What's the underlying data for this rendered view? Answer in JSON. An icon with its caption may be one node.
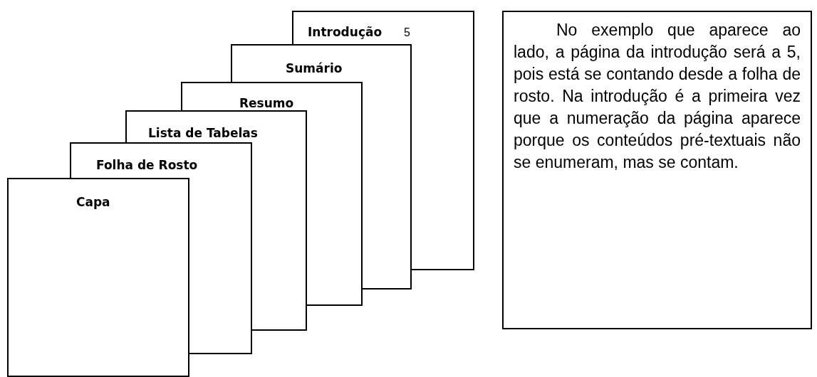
{
  "diagram": {
    "nodes": [
      {
        "text": [
          "Capa"
        ]
      },
      {
        "text": [
          "Folha de Rosto"
        ]
      },
      {
        "text": [
          "Lista de Tabelas"
        ]
      },
      {
        "text": [
          "Resumo"
        ]
      },
      {
        "text": [
          "Sumário"
        ]
      },
      {
        "text": [
          "Introdução",
          "5"
        ]
      },
      {
        "text": [
          "No exemplo que aparece ao lado, a página da introdução será a 5, pois está se contando desde a folha de rosto. Na introdução é a primeira vez que a numeração da página aparece porque os conteúdos pré-textuais não se enumeram, mas se contam."
        ]
      }
    ],
    "edges": []
  }
}
